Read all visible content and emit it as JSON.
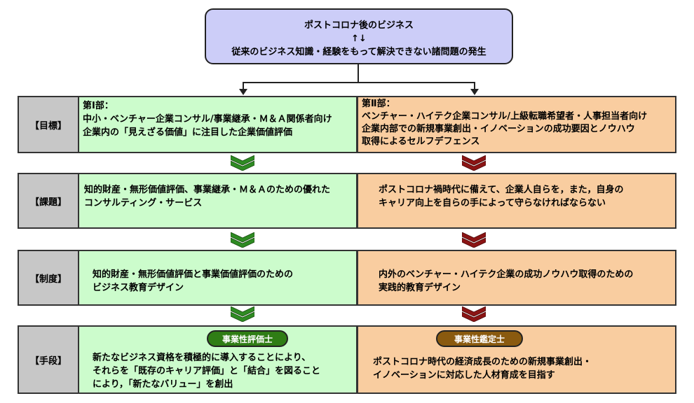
{
  "top": {
    "line1": "ポストコロナ後のビジネス",
    "arrows": "↑↓",
    "line2": "従来のビジネス知識・経験をもって解決できない諸問題の発生"
  },
  "rows": [
    {
      "label": "【目標】",
      "left": [
        "第Ⅰ部：",
        "中小・ベンチャー企業コンサル/事業継承・Ｍ＆Ａ関係者向け",
        "企業内の「見えざる価値」に注目した企業価値評価"
      ],
      "right": [
        "第Ⅱ部：",
        "ベンチャー・ハイテク企業コンサル/上級転職希望者・人事担当者向け",
        "企業内部での新規事業創出・イノベーションの成功要因とノウハウ",
        "取得によるセルフデフェンス"
      ]
    },
    {
      "label": "【課題】",
      "left": [
        "知的財産・無形価値評価、事業継承・Ｍ＆Ａのための優れた",
        "コンサルティング・サービス"
      ],
      "right": [
        "ポストコロナ禍時代に備えて、企業人自らを，また，自身の",
        "キャリア向上を自らの手によって守らなければならない"
      ]
    },
    {
      "label": "【制度】",
      "left": [
        "知的財産・無形価値評価と事業価値評価のための",
        "ビジネス教育デザイン"
      ],
      "right": [
        "内外のベンチャー・ハイテク企業の成功ノウハウ取得のための",
        "実践的教育デザイン"
      ]
    },
    {
      "label": "【手段】",
      "left_badge": "事業性評価士",
      "right_badge": "事業性鑑定士",
      "left": [
        "新たなビジネス資格を積極的に導入することにより、",
        "それらを「既存のキャリア評価」と「結合」を図ること",
        "により，「新たなバリュー」を創出"
      ],
      "right": [
        "ポストコロナ時代の経済成長のための新規事業創出・",
        "イノベーションに対応した人材育成を目指す"
      ]
    }
  ],
  "colors": {
    "top_fill": "#cccdf8",
    "label_fill": "#c7c7c7",
    "left_fill": "#ccfccc",
    "right_fill": "#f9cda0",
    "chevron_green": "#2e8b22",
    "chevron_red": "#8b1414",
    "badge_green": "#2f7d15",
    "badge_brown": "#8a5a0f"
  }
}
